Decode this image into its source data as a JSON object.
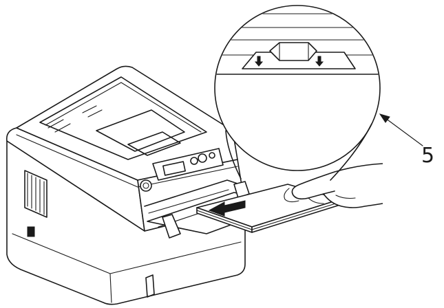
{
  "callout": {
    "number": "5"
  },
  "icons": {
    "printer": "printer-illustration",
    "hand": "hand-with-paper",
    "arrow": "insert-direction-arrow",
    "magnifier": "detail-magnifier-circle"
  }
}
